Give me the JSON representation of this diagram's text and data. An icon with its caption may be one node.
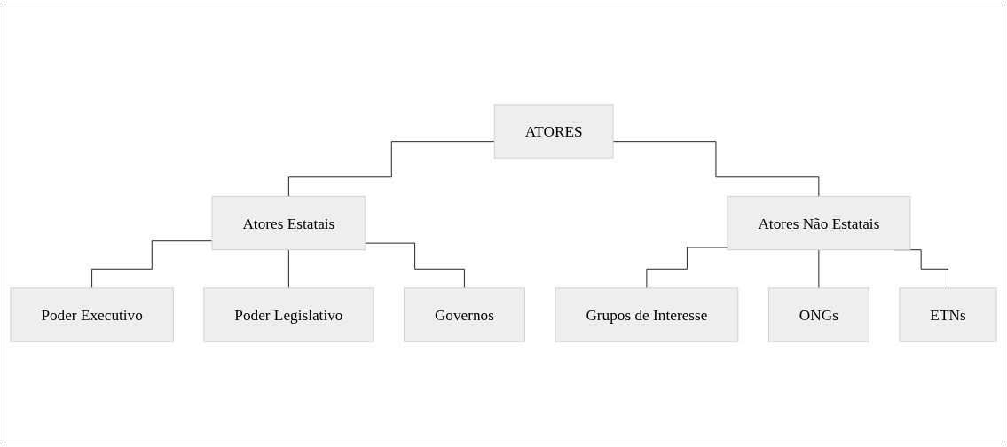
{
  "diagram": {
    "nodes": [
      {
        "text": [
          "ATORES"
        ]
      },
      {
        "text": [
          "Atores Estatais"
        ]
      },
      {
        "text": [
          "Atores Não Estatais"
        ]
      },
      {
        "text": [
          "Poder Executivo"
        ]
      },
      {
        "text": [
          "Poder Legislativo"
        ]
      },
      {
        "text": [
          "Governos"
        ]
      },
      {
        "text": [
          "Grupos de Interesse"
        ]
      },
      {
        "text": [
          "ONGs"
        ]
      },
      {
        "text": [
          "ETNs"
        ]
      }
    ],
    "edges": [
      {
        "from": 0,
        "to": 1,
        "arrow": "none"
      },
      {
        "from": 0,
        "to": 2,
        "arrow": "none"
      },
      {
        "from": 1,
        "to": 3,
        "arrow": "none"
      },
      {
        "from": 1,
        "to": 4,
        "arrow": "none"
      },
      {
        "from": 1,
        "to": 5,
        "arrow": "none"
      },
      {
        "from": 2,
        "to": 6,
        "arrow": "none"
      },
      {
        "from": 2,
        "to": 7,
        "arrow": "none"
      },
      {
        "from": 2,
        "to": 8,
        "arrow": "none"
      }
    ]
  }
}
